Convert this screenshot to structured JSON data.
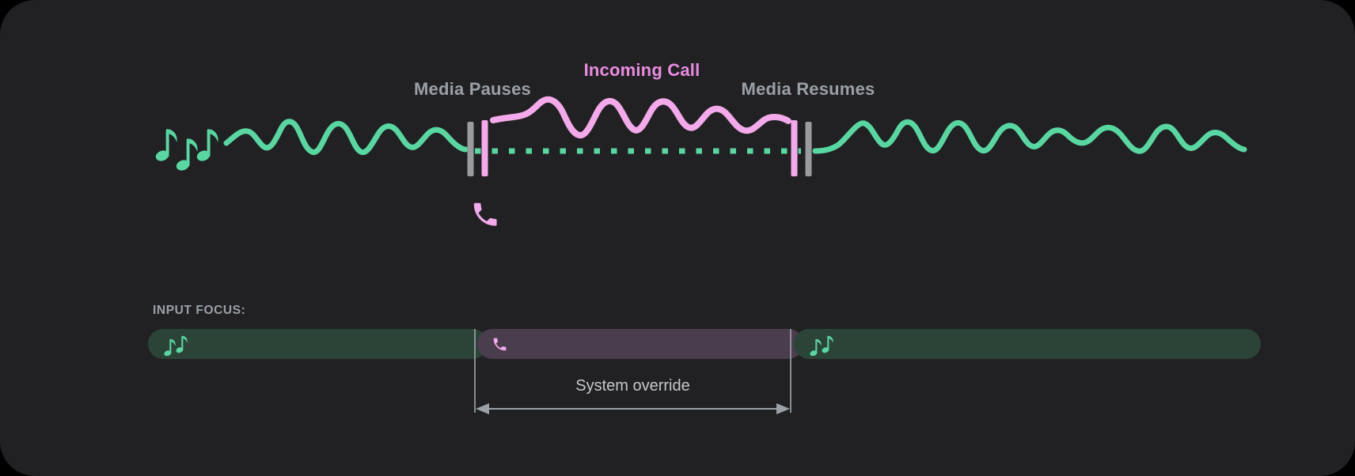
{
  "labels": {
    "media_pauses": "Media Pauses",
    "incoming_call": "Incoming Call",
    "media_resumes": "Media Resumes",
    "input_focus": "INPUT FOCUS:",
    "system_override": "System override"
  },
  "icons": {
    "music_notes": "♪♪♪ eighth-note glyphs",
    "music_notes_small": "♪♪ eighth-note glyphs",
    "phone": "call-handset glyph"
  },
  "timeline": {
    "before": {
      "type": "music",
      "state": "playing"
    },
    "during": {
      "type": "call",
      "state": "active",
      "media_state": "paused (dotted line)"
    },
    "after": {
      "type": "music",
      "state": "playing"
    }
  },
  "focus_bars": [
    {
      "kind": "music",
      "icon": "music-notes"
    },
    {
      "kind": "call",
      "icon": "phone"
    },
    {
      "kind": "music",
      "icon": "music-notes"
    }
  ],
  "colors": {
    "background": "#000000",
    "card": "#212123",
    "media_green": "#58d7a2",
    "call_pink": "#f3a9ea",
    "call_pink_text": "#e98ce1",
    "label_gray": "#9aa0a6",
    "marker_gray": "#999b9e",
    "focus_green_bg": "#2c4438",
    "focus_purple_bg": "#4a3d4e",
    "override_text": "#c6c9cc",
    "arrow_gray": "#9aa0a6"
  }
}
